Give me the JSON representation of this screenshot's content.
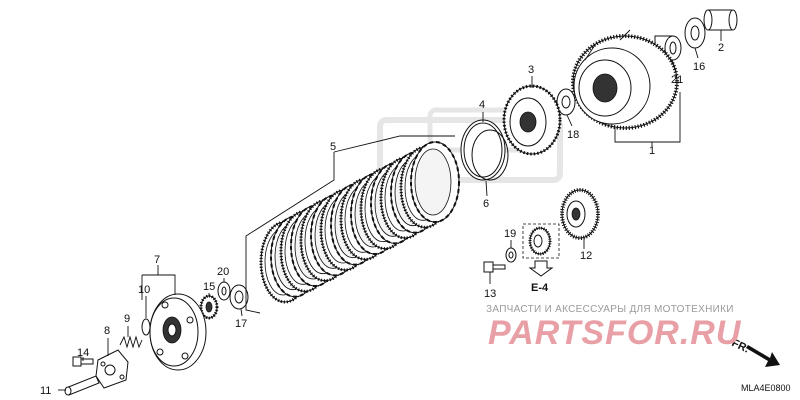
{
  "diagram": {
    "parts": [
      {
        "id": "p1",
        "label": "1"
      },
      {
        "id": "p2",
        "label": "2"
      },
      {
        "id": "p3",
        "label": "3"
      },
      {
        "id": "p4",
        "label": "4"
      },
      {
        "id": "p5",
        "label": "5"
      },
      {
        "id": "p6",
        "label": "6"
      },
      {
        "id": "p7",
        "label": "7"
      },
      {
        "id": "p8",
        "label": "8"
      },
      {
        "id": "p9",
        "label": "9"
      },
      {
        "id": "p10",
        "label": "10"
      },
      {
        "id": "p11",
        "label": "11"
      },
      {
        "id": "p12",
        "label": "12"
      },
      {
        "id": "p13",
        "label": "13"
      },
      {
        "id": "p14",
        "label": "14"
      },
      {
        "id": "p15",
        "label": "15"
      },
      {
        "id": "p16",
        "label": "16"
      },
      {
        "id": "p17",
        "label": "17"
      },
      {
        "id": "p18",
        "label": "18"
      },
      {
        "id": "p19",
        "label": "19"
      },
      {
        "id": "p20",
        "label": "20"
      },
      {
        "id": "p21",
        "label": "21"
      }
    ],
    "reference": "E-4",
    "direction_label": "FR.",
    "diagram_code": "MLA4E0800"
  },
  "watermark": {
    "caption": "ЗАПЧАСТИ И АКСЕССУАРЫ ДЛЯ МОТОТЕХНИКИ",
    "logo": "PARTSFOR.RU"
  }
}
